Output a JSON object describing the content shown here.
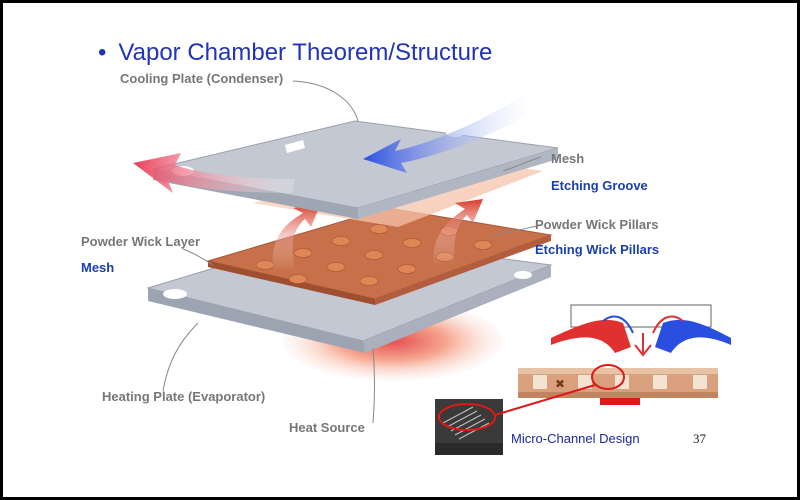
{
  "title": "Vapor Chamber Theorem/Structure",
  "bullet": "•",
  "labels": {
    "cooling_plate": "Cooling Plate (Condenser)",
    "mesh_right": "Mesh",
    "etching_groove": "Etching Groove",
    "powder_wick_pillars": "Powder Wick Pillars",
    "etching_wick_pillars": "Etching Wick Pillars",
    "powder_wick_layer": "Powder Wick Layer",
    "mesh_left": "Mesh",
    "heating_plate": "Heating Plate (Evaporator)",
    "heat_source": "Heat Source"
  },
  "caption": "Micro-Channel Design",
  "page_number": "37",
  "colors": {
    "title": "#2233bb",
    "blue_label": "#1a3fb0",
    "gray_label": "#777777",
    "plate": "#c4c8d2",
    "copper": "#c8704a",
    "hot": "#e23030",
    "cold": "#2a4fe0"
  }
}
